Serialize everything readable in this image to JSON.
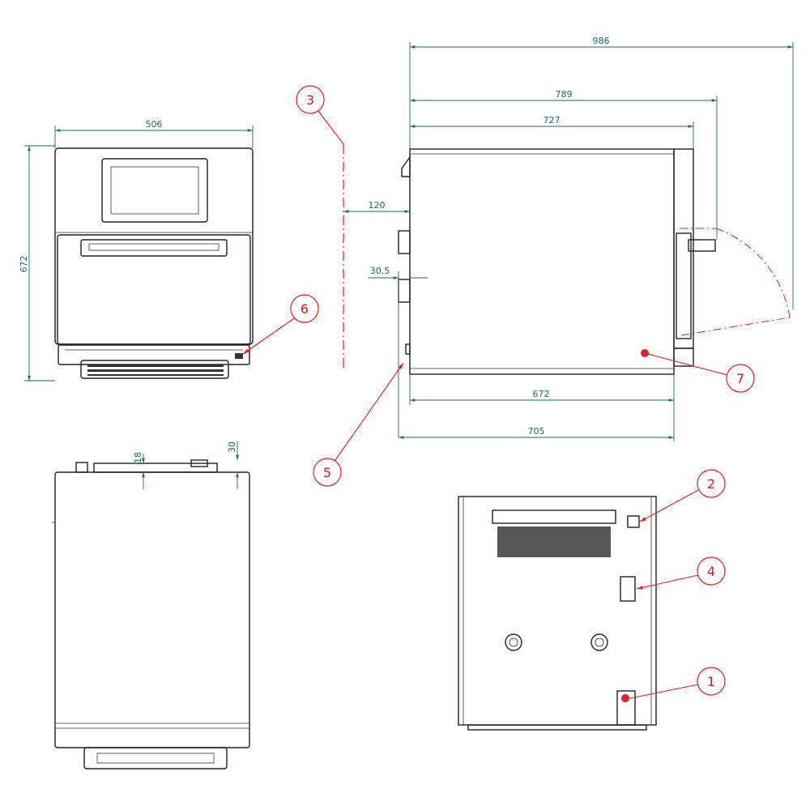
{
  "dimensions": {
    "front_width": "506",
    "front_height": "672",
    "overall_depth_door_open": "986",
    "depth_with_handle": "789",
    "depth_with_door": "727",
    "rear_clearance": "120",
    "rear_offset": "30,5",
    "body_depth": "672",
    "depth_with_rear": "705",
    "top_dim_a": "18",
    "top_dim_b": "30"
  },
  "callouts": [
    "1",
    "2",
    "3",
    "4",
    "5",
    "6",
    "7"
  ],
  "colors": {
    "dimension": "#1a6a6a",
    "callout": "#e02020",
    "outline": "#222222"
  }
}
